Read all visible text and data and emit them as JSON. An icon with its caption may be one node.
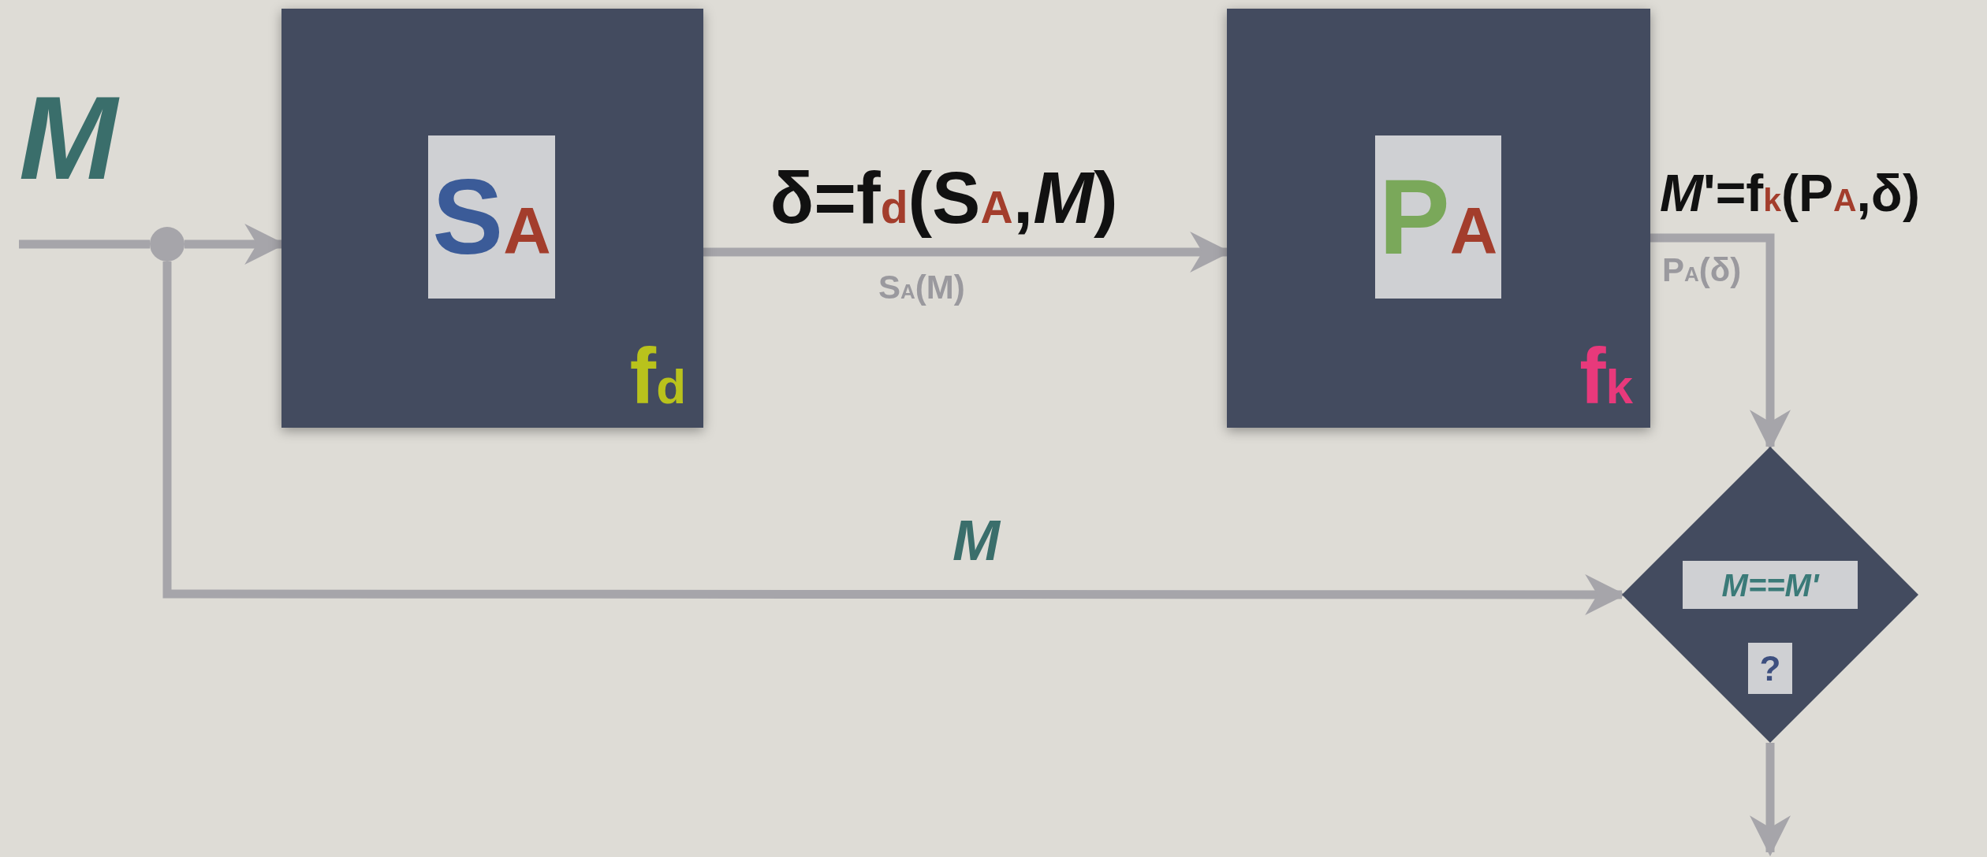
{
  "diagram": {
    "nodes": [
      {
        "text": [],
        "shape": "circle"
      },
      {
        "text": [
          "f$_{d}$"
        ]
      },
      {
        "text": [
          "S$_{A}$"
        ],
        "in": 1
      },
      {
        "text": [
          "f$_{k}$"
        ]
      },
      {
        "text": [
          "P$_{A}$"
        ],
        "in": 3
      },
      {
        "text": [],
        "shape": "diamond"
      },
      {
        "text": [
          "M==M'"
        ],
        "in": 5
      },
      {
        "text": [
          "?"
        ],
        "in": 5
      }
    ],
    "edges": [
      {
        "from": null,
        "to": 0,
        "arrow": "none"
      },
      {
        "from": 0,
        "to": 1,
        "arrow": "to"
      },
      {
        "from": 1,
        "to": 3,
        "arrow": "to",
        "label": "δ=f$_{d}$(S$_{A}$,*M*)"
      },
      {
        "from": 3,
        "to": 5,
        "arrow": "to",
        "label": "*M*'=f$_{k}$(P$_{A}$,δ)"
      },
      {
        "from": 0,
        "to": 5,
        "arrow": "to",
        "label": "M"
      },
      {
        "from": 5,
        "to": null,
        "arrow": "to"
      }
    ],
    "labels": [
      "M",
      "S$_{A}$(M)",
      "P$_{A}$(δ)"
    ]
  }
}
